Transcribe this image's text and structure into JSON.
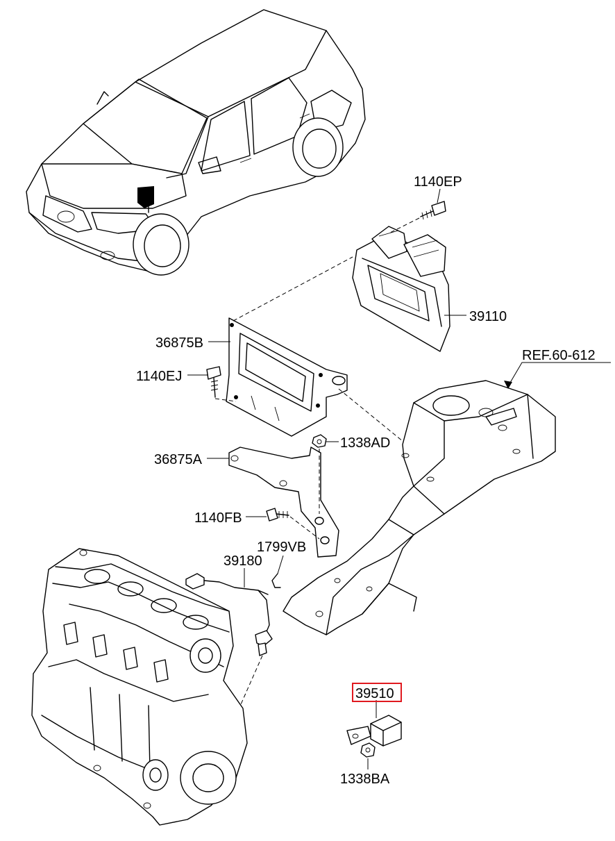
{
  "diagram": {
    "parts": {
      "bolt_1140EP": "1140EP",
      "ecu_39110": "39110",
      "ref_60_612": "REF.60-612",
      "bracket_36875B": "36875B",
      "bolt_1140EJ": "1140EJ",
      "nut_1338AD": "1338AD",
      "bracket_36875A": "36875A",
      "bolt_1140FB": "1140FB",
      "clip_1799VB": "1799VB",
      "sensor_39180": "39180",
      "relay_39510": "39510",
      "nut_1338BA": "1338BA"
    },
    "highlighted_part": "39510",
    "highlight_color": "#e0191f"
  }
}
